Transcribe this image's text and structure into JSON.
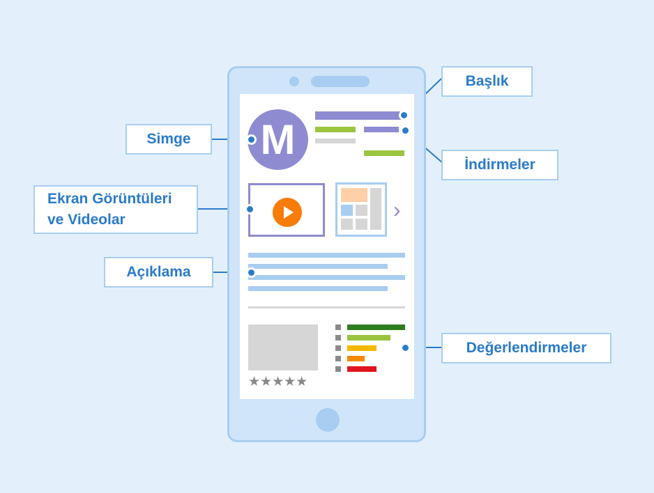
{
  "app_icon_letter": "M",
  "stars": "★★★★★",
  "chevron": "›",
  "labels": {
    "title": "Başlık",
    "icon": "Simge",
    "downloads": "İndirmeler",
    "screenshots_line1": "Ekran Görüntüleri",
    "screenshots_line2": "ve Videolar",
    "description": "Açıklama",
    "ratings": "Değerlendirmeler"
  },
  "colors": {
    "accent_purple": "#8e8bd1",
    "accent_blue": "#2a7bc9",
    "play_orange": "#f97b08",
    "green": "#9bc43f",
    "dark_green": "#2e7d1e",
    "yellow": "#f5b800",
    "orange": "#f58a0a",
    "red": "#e0141e"
  }
}
